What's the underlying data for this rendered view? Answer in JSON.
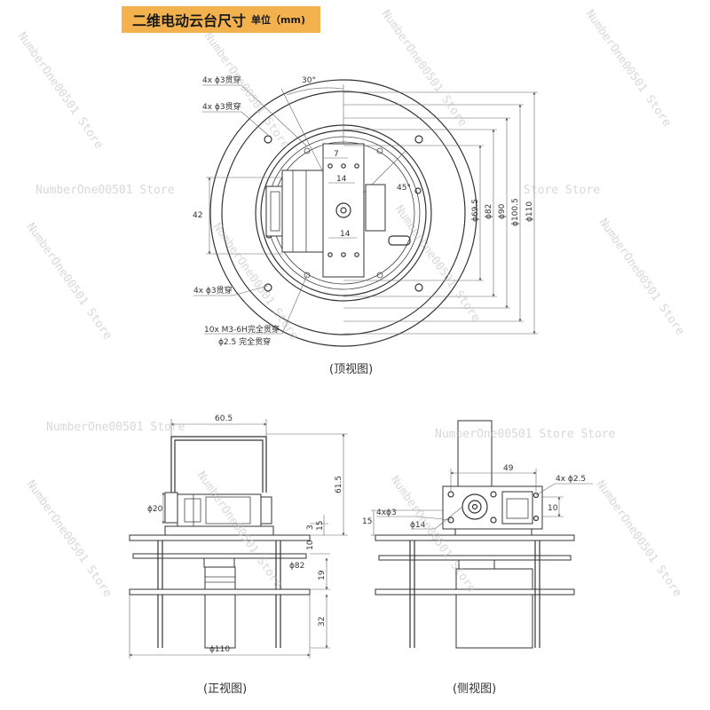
{
  "header": {
    "title": "二维电动云台尺寸",
    "unit": "单位（mm)"
  },
  "captions": {
    "top_view": "(顶视图)",
    "front_view": "(正视图)",
    "side_view": "(侧视图)"
  },
  "top_view": {
    "angle_30": "30°",
    "angle_45": "45°",
    "holes_a": "4x ϕ3贯穿",
    "holes_b": "4x ϕ3贯穿",
    "holes_c": "4x ϕ3贯穿",
    "thread_holes": "10x M3-6H完全贯穿",
    "through_hole": "ϕ2.5 完全贯穿",
    "dim_42": "42",
    "dim_7": "7",
    "dim_14_top": "14",
    "dim_14_bottom": "14",
    "dia_69_5": "ϕ69.5",
    "dia_82": "ϕ82",
    "dia_90": "ϕ90",
    "dia_100_5": "ϕ100.5",
    "dia_110": "ϕ110"
  },
  "front_view": {
    "width_60_5": "60.5",
    "height_61_5": "61.5",
    "dia_20": "ϕ20",
    "dim_3": "3",
    "dim_15": "15",
    "dim_10": "10",
    "dia_82": "ϕ82",
    "dim_19": "19",
    "dim_32": "32",
    "dia_110": "ϕ110"
  },
  "side_view": {
    "width_49": "49",
    "holes_25": "4x ϕ2.5",
    "holes_3": "4xϕ3",
    "dim_15": "15",
    "dia_14": "ϕ14",
    "dim_10": "10"
  },
  "watermark": {
    "text_1": "NumberOne00501 Store",
    "text_2": "Store Store",
    "text_3": "NumberOne00501 Store Store",
    "text_4": "Store",
    "text_5": "NumberOne00501 Store"
  }
}
